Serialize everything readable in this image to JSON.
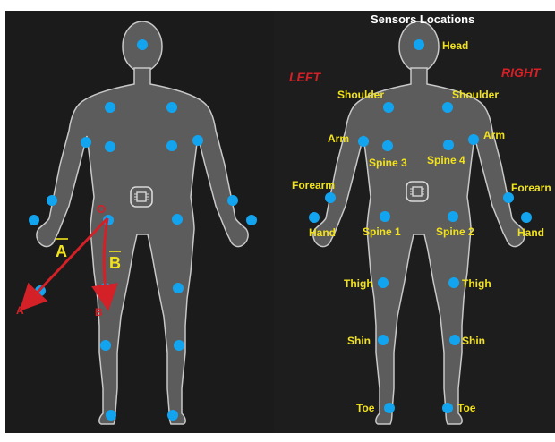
{
  "title": "Sensors Locations",
  "side_labels": {
    "left": "LEFT",
    "right": "RIGHT"
  },
  "vectors": {
    "origin": "O",
    "a_label": "A",
    "b_label": "B",
    "a_end": "A",
    "b_end": "B"
  },
  "sensor_labels": {
    "head": "Head",
    "shoulder_left": "Shoulder",
    "shoulder_right": "Shoulder",
    "arm_left": "Arm",
    "arm_right": "Arm",
    "spine3": "Spine 3",
    "spine4": "Spine 4",
    "forearm_left": "Forearm",
    "forearm_right": "Forearn",
    "hand_left": "Hand",
    "hand_right": "Hand",
    "spine1": "Spine 1",
    "spine2": "Spine 2",
    "thigh_left": "Thigh",
    "thigh_right": "Thigh",
    "shin_left": "Shin",
    "shin_right": "Shin",
    "toe_left": "Toe",
    "toe_right": "Toe"
  },
  "colors": {
    "background": "#1b1b1b",
    "body_fill": "#5c5c5c",
    "body_stroke": "#c8c8c8",
    "sensor": "#12a4ef",
    "label": "#f2e21b",
    "side_label": "#d42027",
    "vector": "#d42027",
    "title": "#ffffff"
  }
}
